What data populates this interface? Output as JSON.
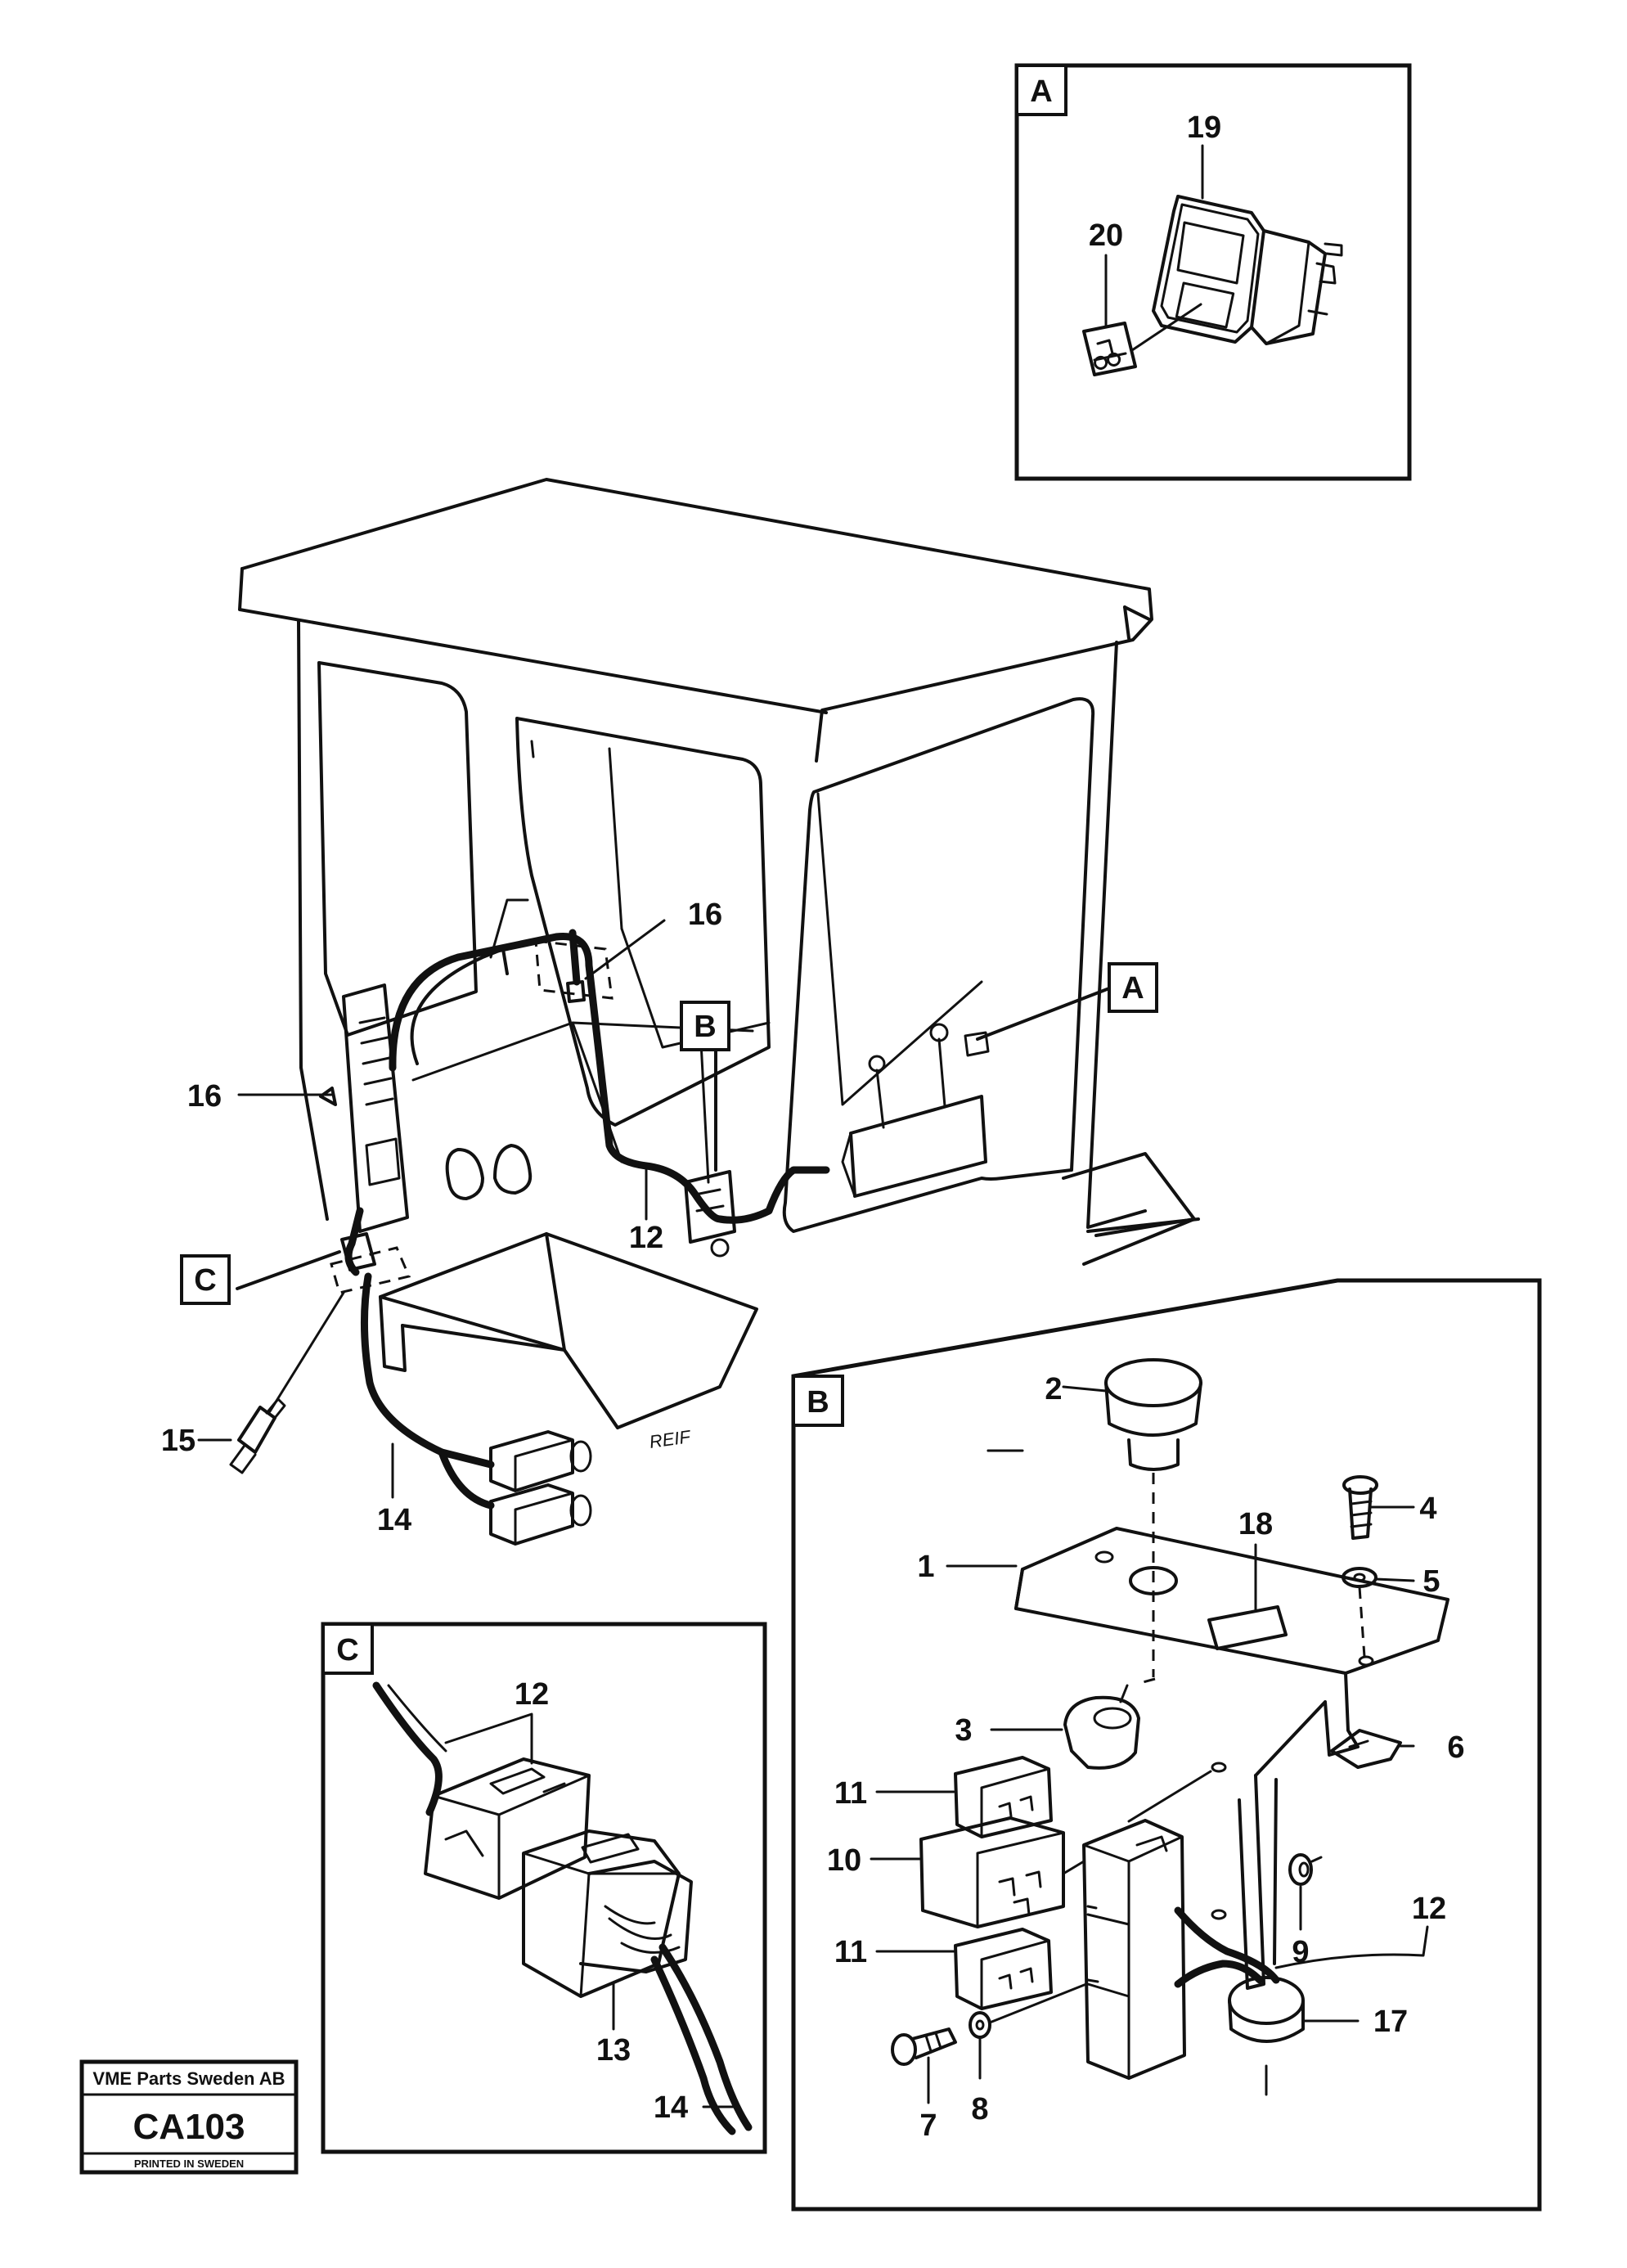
{
  "callouts": {
    "n1": "1",
    "n2": "2",
    "n3": "3",
    "n4": "4",
    "n5": "5",
    "n6": "6",
    "n7": "7",
    "n8": "8",
    "n9": "9",
    "n10": "10",
    "n11a": "11",
    "n11b": "11",
    "n12_main": "12",
    "n12_b": "12",
    "n12_c": "12",
    "n13": "13",
    "n14_main": "14",
    "n14_c": "14",
    "n15": "15",
    "n16_cab": "16",
    "n16_left": "16",
    "n17": "17",
    "n18": "18",
    "n19": "19",
    "n20": "20"
  },
  "view_refs": {
    "a_box": "A",
    "a_cab": "A",
    "b_box": "B",
    "b_cab": "B",
    "c_box": "C",
    "c_cab": "C"
  },
  "signature": "REIF",
  "title_block": {
    "company": "VME Parts Sweden AB",
    "drawing_no": "CA103",
    "printed": "PRINTED IN SWEDEN"
  }
}
